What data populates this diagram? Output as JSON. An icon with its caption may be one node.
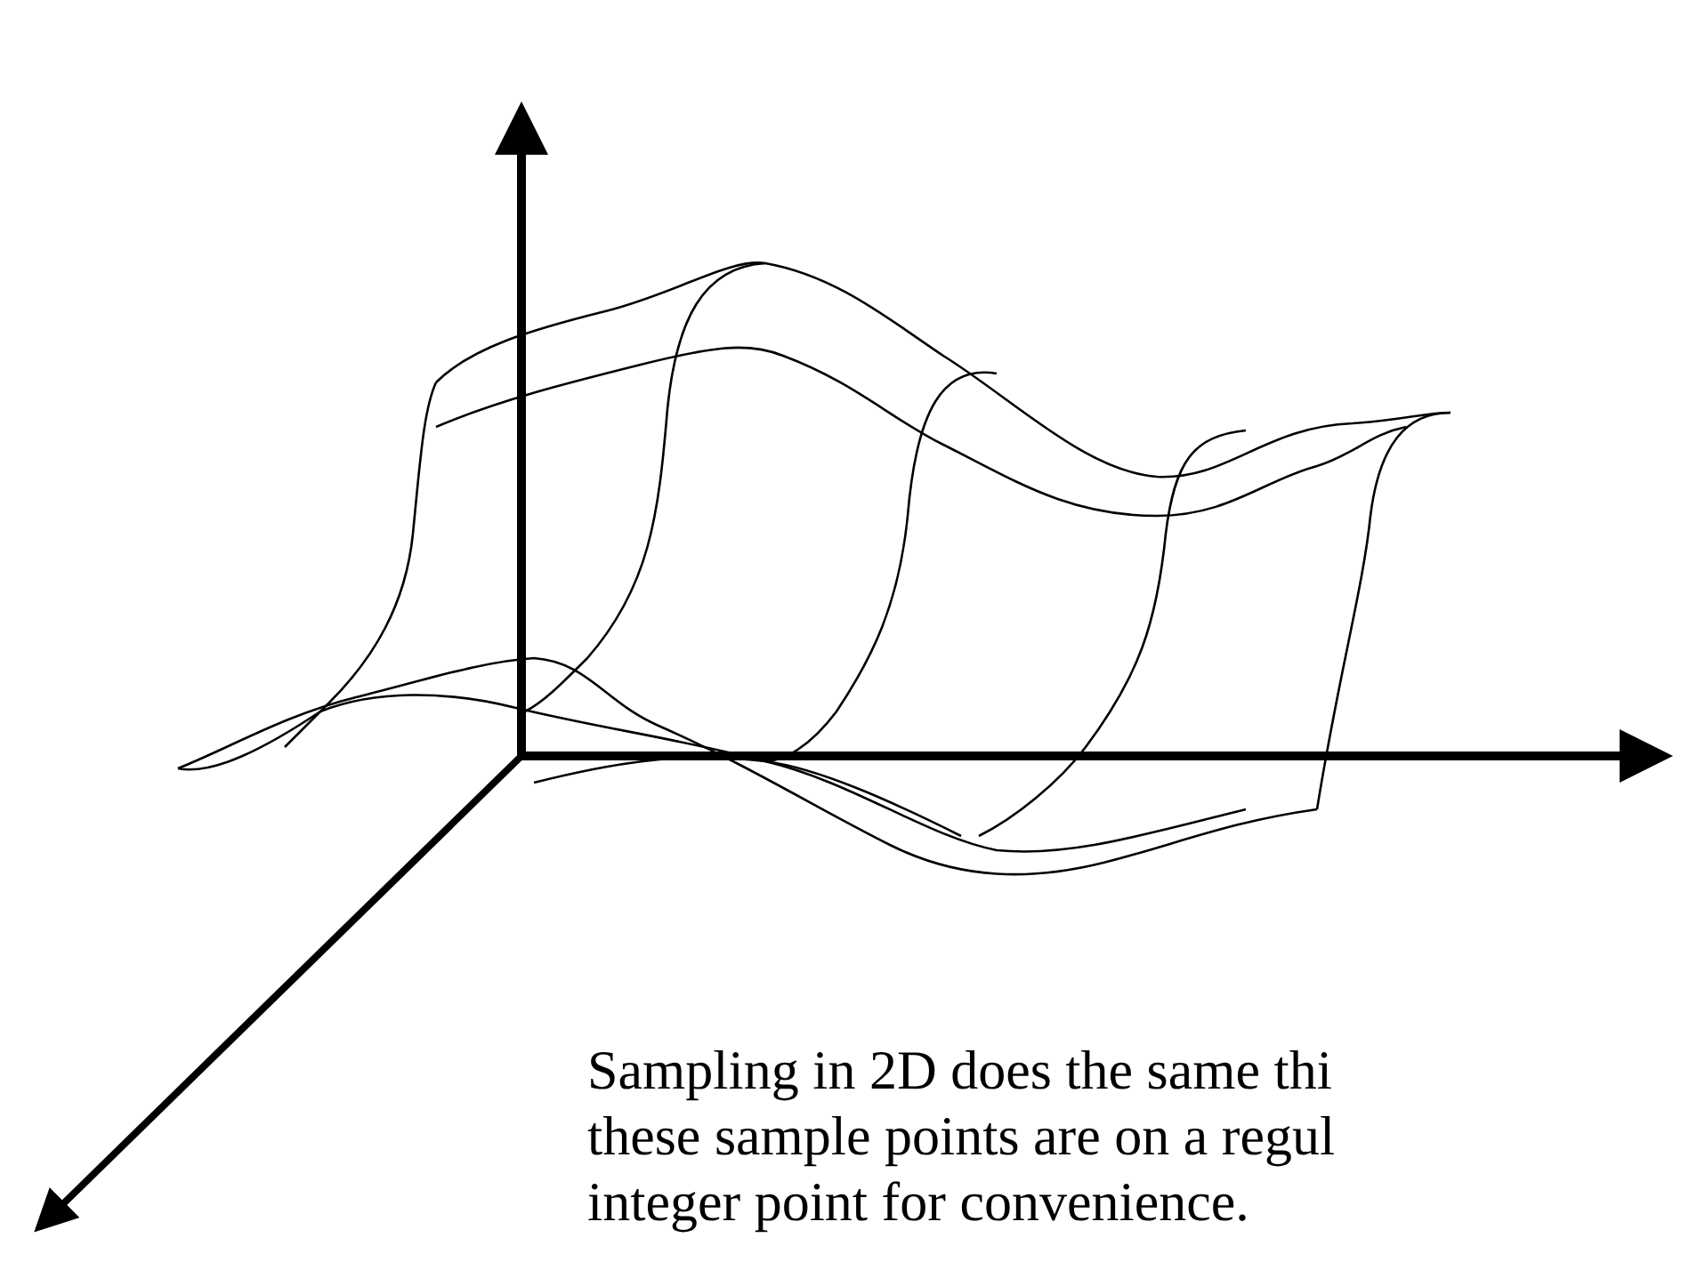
{
  "diagram": {
    "labels": [
      "Sampling in 2D does the same thi",
      "these sample points are on a regul",
      "integer point for convenience."
    ]
  }
}
